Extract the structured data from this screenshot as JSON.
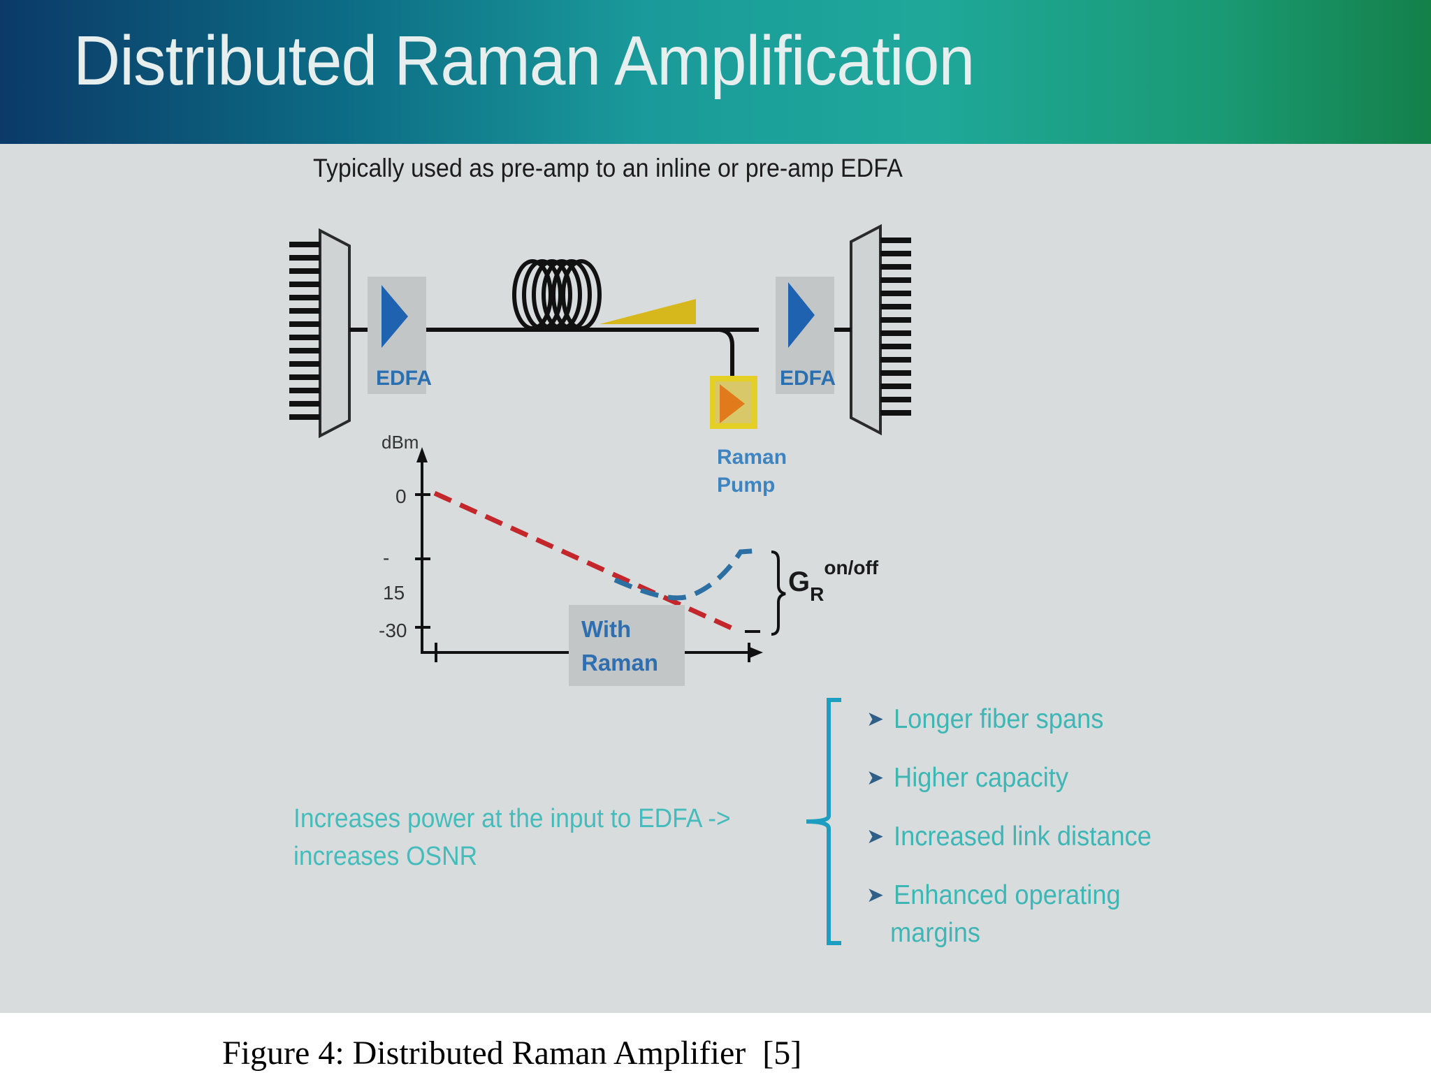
{
  "slide": {
    "title": "Distributed Raman Amplification",
    "subtitle": "Typically used as pre-amp to an inline or pre-amp EDFA"
  },
  "diagram": {
    "edfa_left_label": "EDFA",
    "edfa_right_label": "EDFA",
    "raman_pump_label_line1": "Raman",
    "raman_pump_label_line2": "Pump"
  },
  "graph": {
    "y_unit": "dBm",
    "y_tick_0": "0",
    "y_tick_dash": "-",
    "y_tick_15": "15",
    "y_tick_30": "-30",
    "with_raman_line1": "With",
    "with_raman_line2": "Raman",
    "gain_label_main": "G",
    "gain_label_sub": "R",
    "gain_label_sup": "on/off"
  },
  "benefit": {
    "line1": "Increases power at the input to EDFA ->",
    "line2": "increases OSNR"
  },
  "bullets": [
    "Longer fiber spans",
    "Higher capacity",
    "Increased link distance",
    "Enhanced operating",
    "margins"
  ],
  "caption": "Figure 4: Distributed Raman Amplifier  [5]",
  "colors": {
    "title_gradient_start": "#0b3a68",
    "title_gradient_end": "#14804a",
    "amp_blue": "#1f63b0",
    "raman_orange": "#e07a1a",
    "raman_box_yellow": "#e4cf24",
    "gain_wedge": "#d6b81c",
    "without_raman_red": "#c3262b",
    "with_raman_blue": "#2b6fa3",
    "teal_text": "#3fb6b6"
  }
}
